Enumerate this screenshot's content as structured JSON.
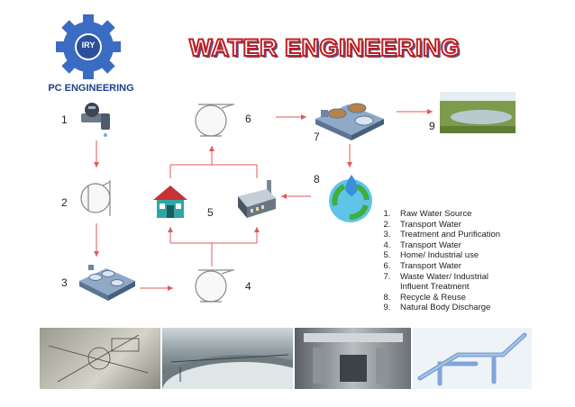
{
  "title": "WATER ENGINEERING",
  "logo": {
    "badge": "IRY",
    "caption": "PC ENGINEERING",
    "color": "#3b6cc4"
  },
  "nodes": {
    "n1": "1",
    "n2": "2",
    "n3": "3",
    "n4": "4",
    "n5": "5",
    "n6": "6",
    "n7": "7",
    "n8": "8",
    "n9": "9"
  },
  "legend": [
    "Raw Water Source",
    "Transport Water",
    "Treatment and Purification",
    "Transport Water",
    "Home/ Industrial use",
    "Transport Water",
    "Waste Water/ Industrial Influent Treatment",
    "Recycle & Reuse",
    "Natural Body Discharge"
  ],
  "colors": {
    "arrow": "#e05a5a",
    "title_stroke": "#c21e1e",
    "title_shadow": "#3b5fa8"
  },
  "icons": {
    "n1": "faucet-icon",
    "n2": "pump-icon",
    "n3": "treatment-plant-icon",
    "n4": "pump-icon",
    "n5a": "house-icon",
    "n5b": "factory-icon",
    "n6": "pump-icon",
    "n7": "treatment-plant-icon",
    "n8": "recycle-icon",
    "n9": "river-image"
  }
}
